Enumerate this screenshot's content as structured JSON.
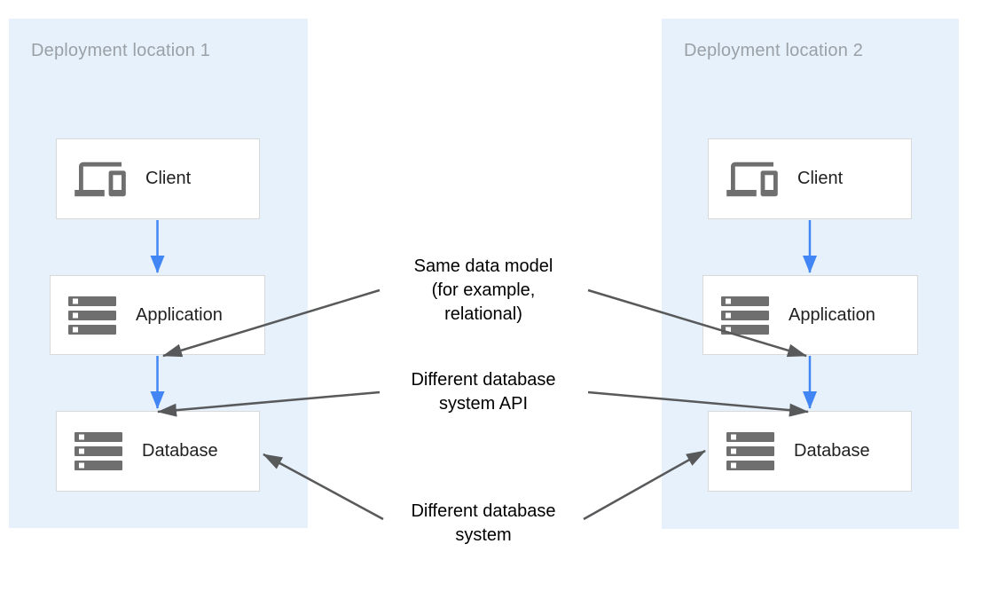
{
  "panels": [
    {
      "title": "Deployment location 1",
      "nodes": [
        {
          "label": "Client",
          "icon": "devices-icon"
        },
        {
          "label": "Application",
          "icon": "storage-icon"
        },
        {
          "label": "Database",
          "icon": "storage-icon"
        }
      ]
    },
    {
      "title": "Deployment location 2",
      "nodes": [
        {
          "label": "Client",
          "icon": "devices-icon"
        },
        {
          "label": "Application",
          "icon": "storage-icon"
        },
        {
          "label": "Database",
          "icon": "storage-icon"
        }
      ]
    }
  ],
  "annotations": [
    {
      "id": "same-data-model",
      "lines": [
        "Same data model",
        "(for example,",
        "relational)"
      ]
    },
    {
      "id": "different-database-system-api",
      "lines": [
        "Different database",
        "system API"
      ]
    },
    {
      "id": "different-database-system",
      "lines": [
        "Different database",
        "system"
      ]
    }
  ],
  "colors": {
    "zone_background": "#E7F1FB",
    "zone_title": "#9AA0A6",
    "node_border": "#D9D9D9",
    "node_background": "#FFFFFF",
    "node_label": "#212121",
    "icon_gray": "#6F6F6F",
    "flow_arrow_blue": "#4285F4",
    "annotation_arrow_gray": "#58595B",
    "annotation_text": "#000000"
  }
}
